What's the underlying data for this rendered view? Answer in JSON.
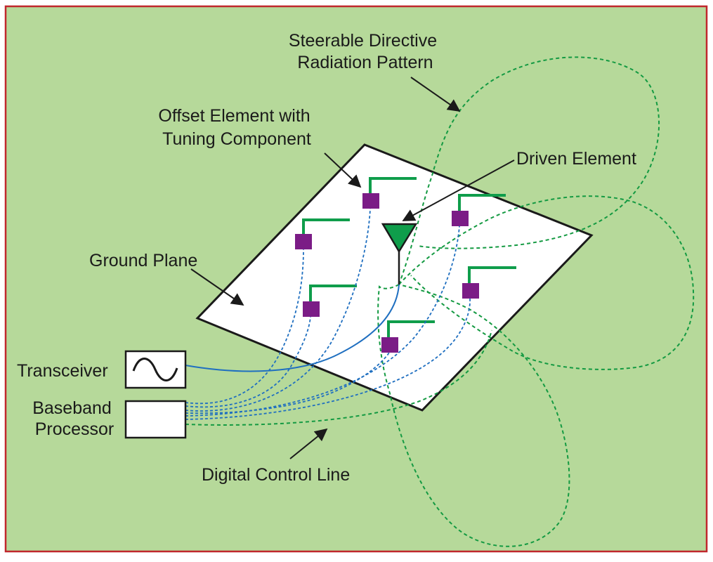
{
  "labels": {
    "radiation_pattern": [
      "Steerable Directive",
      "Radiation Pattern"
    ],
    "offset_element": [
      "Offset Element with",
      "Tuning Component"
    ],
    "driven_element": "Driven Element",
    "ground_plane": "Ground Plane",
    "transceiver": "Transceiver",
    "baseband_processor": [
      "Baseband",
      "Processor"
    ],
    "digital_control_line": "Digital Control Line"
  },
  "colors": {
    "background": "#b6d99a",
    "border": "#c0272d",
    "ground_plane": "#ffffff",
    "element_green": "#0f9d4b",
    "tuning_component": "#7b1c86",
    "control_line_blue": "#1f6fc0",
    "pattern_green": "#149a42",
    "ink": "#1a1a1a"
  },
  "icons": {
    "transceiver": "sine-wave-icon"
  }
}
